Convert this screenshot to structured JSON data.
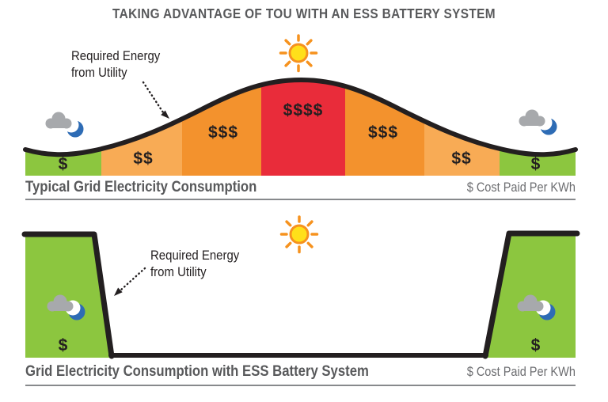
{
  "title": "TAKING ADVANTAGE OF TOU WITH AN ESS BATTERY SYSTEM",
  "colors": {
    "green": "#8CC63F",
    "orange_light": "#F8AB55",
    "orange_dark": "#F3922D",
    "red": "#E92C3A",
    "curve_black": "#231F20",
    "heading_gray": "#58595B",
    "footer_gray": "#6D6E71",
    "rule_gray": "#87898C",
    "sun_yellow": "#FFE01A",
    "sun_orange": "#F6921E",
    "cloud_gray": "#A7A9AC",
    "moon_blue": "#2E6CB5"
  },
  "top_chart": {
    "annotation_line1": "Required Energy",
    "annotation_line2": "from Utility",
    "segments": [
      {
        "label": "$"
      },
      {
        "label": "$$"
      },
      {
        "label": "$$$"
      },
      {
        "label": "$$$$"
      },
      {
        "label": "$$$"
      },
      {
        "label": "$$"
      },
      {
        "label": "$"
      }
    ],
    "footer_left": "Typical Grid Electricity Consumption",
    "footer_right": "$ Cost Paid Per KWh"
  },
  "bottom_chart": {
    "annotation_line1": "Required Energy",
    "annotation_line2": "from Utility",
    "left_block_label": "$",
    "right_block_label": "$",
    "footer_left": "Grid Electricity Consumption with ESS Battery System",
    "footer_right": "$ Cost Paid Per KWh"
  }
}
